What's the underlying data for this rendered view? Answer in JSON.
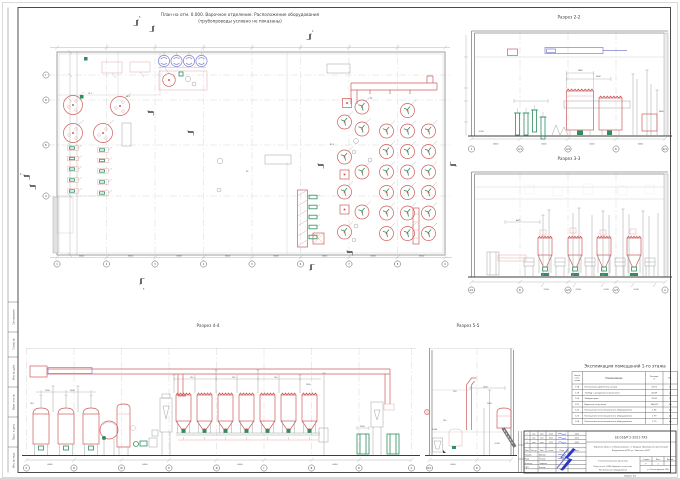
{
  "titles": {
    "plan_l1": "План на отм. 0.000. Варочное отделение. Расположение оборудования",
    "plan_l2": "(трубопроводы условно не показаны)",
    "s22": "Разрез 2-2",
    "s33": "Разрез 3-3",
    "s44": "Разрез 4-4",
    "s55": "Разрез 5-5"
  },
  "dims": {
    "bay": "6000",
    "a": "2480",
    "b": "3960",
    "c": "1500",
    "e": "750",
    "f": "4675",
    "lvl": "-1,150",
    "lvl0": "0,000"
  },
  "grid": {
    "plan_bottom": [
      "1",
      "2",
      "3",
      "4",
      "5",
      "6",
      "7",
      "8",
      "9"
    ],
    "plan_left": [
      "Г",
      "В",
      "Б",
      "А"
    ],
    "s22": [
      "1",
      "А/1",
      "А/2",
      "Б",
      "Б/1"
    ],
    "s33": [
      "А/1",
      "Б",
      "А/2",
      "А/3",
      "А"
    ],
    "s44": [
      "К",
      "И",
      "Ж",
      "Е",
      "Д",
      "Г",
      "В",
      "Б",
      "А"
    ],
    "s55": [
      "Б/1",
      "Б"
    ]
  },
  "flags": {
    "f2": "2",
    "f3": "3",
    "f4": "4",
    "f5": "5"
  },
  "tags": {
    "t1": "Т5.1",
    "t2": "Н2.1",
    "t3": "К2",
    "t4": "В1.2"
  },
  "explication": {
    "title": "Экспликация помещений 1-го этажа",
    "col_num": [
      "Номер",
      "поме-",
      "щения"
    ],
    "col_name": "Наименование",
    "col_area": [
      "Площадь,",
      "м²"
    ],
    "col_cat": "Кат.",
    "rows": [
      [
        "118",
        "Помещение дробления солода",
        "16.91",
        "Д"
      ],
      [
        "119",
        "Тамбур с дежурным освещением",
        "42.89",
        "Д"
      ],
      [
        "120",
        "Лаборатория",
        "75.81",
        "Д"
      ],
      [
        "121",
        "Варочное отделение",
        "944.78",
        "Дв"
      ],
      [
        "122",
        "Помещение вентиляционного оборудования",
        "1.95",
        "Дв"
      ],
      [
        "123",
        "Помещение вентиляционного оборудования",
        "1.79",
        "Дв"
      ],
      [
        "124",
        "Помещение вентиляционного оборудования",
        "1.79",
        "Дв"
      ]
    ]
  },
  "title_block": {
    "doc_number": "18.016/Р 2-2021-ТХЗ",
    "project_l1": "Кировская область, Слободской район, г.п. Вахруши. Производство (дистиллерия)",
    "project_l2": "Вахрушевского РПК, ул. Советская, д.4/РТ",
    "doc_title": "Технологические решения",
    "sheet_title_l1": "План на отм. 0.000. Варочное отделение.",
    "sheet_title_l2": "Расположение оборудования",
    "stage_label": "Стадия",
    "sheet_label": "Лист",
    "sheets_label": "Листов",
    "stage": "Р",
    "sheet_no": "2",
    "company": "ул. Ленинградская, 1БЦ",
    "format": "Формат А1",
    "rev_header": [
      "Изм.",
      "Кол.уч",
      "Лист",
      "№ док.",
      "Подп.",
      "Дата"
    ],
    "rev_rows": [
      [
        "1",
        "зам.",
        "лист",
        "15.21",
        "04.21"
      ],
      [
        "2",
        "зам.",
        "лист",
        "16.21",
        "05.21"
      ],
      [
        "3",
        "зам.",
        "лист",
        "17.21",
        "06.21"
      ]
    ],
    "sign_rows": [
      [
        "Разраб.",
        "Иванов"
      ],
      [
        "Пров.",
        "Петров"
      ],
      [
        "Н.контр.",
        "Смирнов"
      ],
      [
        "ГИП",
        "Козлов"
      ]
    ]
  },
  "side_strip": {
    "labels": [
      "Согласовано",
      "Справ. №",
      "Инв. № дубл.",
      "Взам. инв. №",
      "Подп. и дата",
      "Инв. № подл."
    ]
  }
}
